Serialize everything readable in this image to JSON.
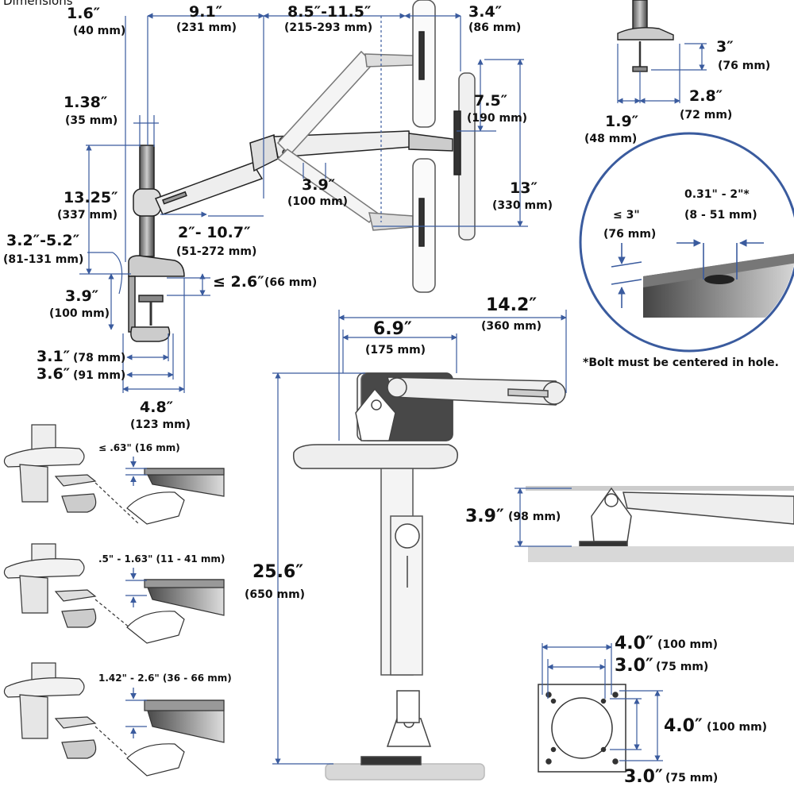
{
  "header": {
    "title": "Dimensions"
  },
  "main_arm": {
    "pole_width": {
      "in": "1.6″",
      "mm": "(40 mm)"
    },
    "arm_reach": {
      "in": "9.1″",
      "mm": "(231 mm)"
    },
    "forearm_reach": {
      "in": "8.5″-11.5″",
      "mm": "(215-293 mm)"
    },
    "monitor_offset": {
      "in": "3.4″",
      "mm": "(86 mm)"
    },
    "pole_diameter": {
      "in": "1.38″",
      "mm": "(35 mm)"
    },
    "lift": {
      "in": "7.5″",
      "mm": "(190 mm)"
    },
    "pole_height": {
      "in": "13.25″",
      "mm": "(337 mm)"
    },
    "forearm_drop": {
      "in": "3.9″",
      "mm": "(100 mm)"
    },
    "total_lift": {
      "in": "13″",
      "mm": "(330 mm)"
    },
    "pivot_range": {
      "in": "2″- 10.7″",
      "mm": "(51-272 mm)"
    },
    "clamp_height": {
      "in": "3.2″-5.2″",
      "mm": "(81-131 mm)"
    },
    "desk_thickness": {
      "in": "≤ 2.6″",
      "mm": "(66 mm)"
    },
    "clamp_depth": {
      "in": "3.9″",
      "mm": "(100 mm)"
    },
    "clamp_pad": {
      "in": "3.1″",
      "mm": "(78 mm)"
    },
    "clamp_base": {
      "in": "3.6″",
      "mm": "(91 mm)"
    },
    "base_width": {
      "in": "4.8″",
      "mm": "(123 mm)"
    }
  },
  "grommet": {
    "height": {
      "in": "3″",
      "mm": "(76 mm)"
    },
    "width_a": {
      "in": "1.9″",
      "mm": "(48 mm)"
    },
    "width_b": {
      "in": "2.8″",
      "mm": "(72 mm)"
    },
    "desk_max": {
      "in": "≤ 3\"",
      "mm": "(76 mm)"
    },
    "hole_range": {
      "in": "0.31\" - 2\"*",
      "mm": "(8 - 51 mm)"
    },
    "note": "*Bolt must be centered in hole."
  },
  "top_view": {
    "total": {
      "in": "14.2″",
      "mm": "(360 mm)"
    },
    "inner": {
      "in": "6.9″",
      "mm": "(175 mm)"
    },
    "height": {
      "in": "25.6″",
      "mm": "(650 mm)"
    }
  },
  "side_view": {
    "clearance": {
      "in": "3.9″",
      "mm": "(98 mm)"
    }
  },
  "vesa": {
    "outer_w": {
      "in": "4.0″",
      "mm": "(100 mm)"
    },
    "inner_w": {
      "in": "3.0″",
      "mm": "(75 mm)"
    },
    "outer_h": {
      "in": "4.0″",
      "mm": "(100 mm)"
    },
    "inner_h": {
      "in": "3.0″",
      "mm": "(75 mm)"
    }
  },
  "clamp_options": {
    "small": "≤ .63\" (16 mm)",
    "medium": ".5\" - 1.63\" (11 - 41 mm)",
    "large": "1.42\" - 2.6\" (36 - 66 mm)"
  }
}
